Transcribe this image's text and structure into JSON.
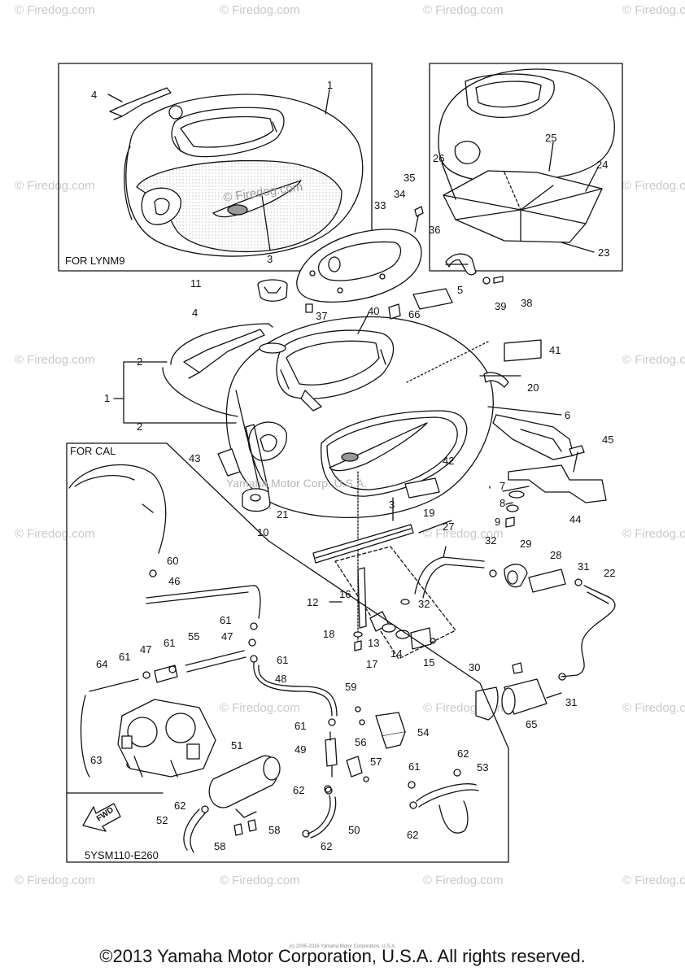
{
  "watermarks": {
    "firedog": "© Firedog.com",
    "on_tank": "© Firedog.com",
    "yamaha_center": "Yamaha Motor Corp. U.S.A."
  },
  "insets": {
    "lynm9_label": "FOR LYNM9",
    "cal_label": "FOR CAL"
  },
  "callouts": {
    "c1a": "1",
    "c1b": "1",
    "c2a": "2",
    "c2b": "2",
    "c3a": "3",
    "c3b": "3",
    "c4a": "4",
    "c4b": "4",
    "c5": "5",
    "c6": "6",
    "c7": "7",
    "c8": "8",
    "c9": "9",
    "c10": "10",
    "c11": "11",
    "c12": "12",
    "c13": "13",
    "c14": "14",
    "c15": "15",
    "c16": "16",
    "c17": "17",
    "c18": "18",
    "c19": "19",
    "c20": "20",
    "c21": "21",
    "c22": "22",
    "c23": "23",
    "c24": "24",
    "c25": "25",
    "c26": "26",
    "c27": "27",
    "c28": "28",
    "c29": "29",
    "c30": "30",
    "c31a": "31",
    "c31b": "31",
    "c32a": "32",
    "c32b": "32",
    "c33": "33",
    "c34": "34",
    "c35": "35",
    "c36": "36",
    "c37": "37",
    "c38": "38",
    "c39": "39",
    "c40": "40",
    "c41": "41",
    "c42": "42",
    "c43": "43",
    "c44": "44",
    "c45": "45",
    "c46": "46",
    "c47a": "47",
    "c47b": "47",
    "c48": "48",
    "c49": "49",
    "c50": "50",
    "c51": "51",
    "c52": "52",
    "c53": "53",
    "c54": "54",
    "c55": "55",
    "c56": "56",
    "c57": "57",
    "c58a": "58",
    "c58b": "58",
    "c59": "59",
    "c60": "60",
    "c61a": "61",
    "c61b": "61",
    "c61c": "61",
    "c61d": "61",
    "c61e": "61",
    "c61f": "61",
    "c62a": "62",
    "c62b": "62",
    "c62c": "62",
    "c62d": "62",
    "c62e": "62",
    "c63": "63",
    "c64": "64",
    "c65": "65",
    "c66": "66"
  },
  "fwd_label": "FWD",
  "diagram_code": "5YSM110-E260",
  "tiny_credit": "(c) 2005-2016 Yamaha Motor Corporation, U.S.A.",
  "copyright": "©2013 Yamaha Motor Corporation, U.S.A. All rights reserved.",
  "colors": {
    "line": "#111111",
    "watermark": "#c9c9c9",
    "dots": "#bdbdbd"
  }
}
